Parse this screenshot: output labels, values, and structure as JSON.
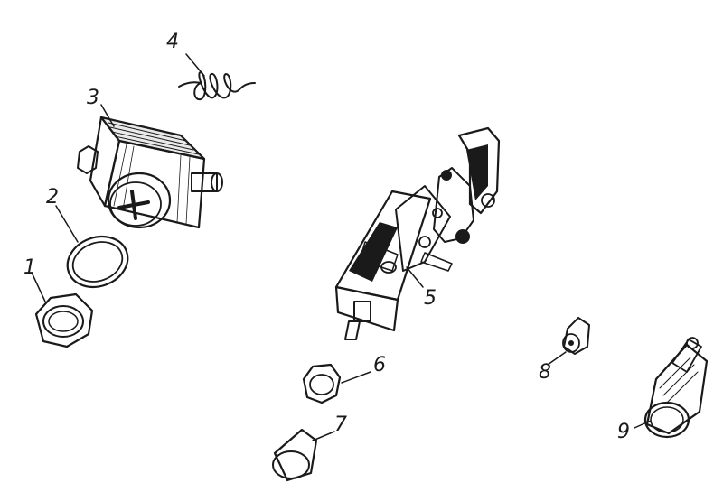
{
  "figure": {
    "parts": [
      {
        "label": "1",
        "part": "hex-nut-large"
      },
      {
        "label": "2",
        "part": "washer"
      },
      {
        "label": "3",
        "part": "switch-housing"
      },
      {
        "label": "4",
        "part": "spring"
      },
      {
        "label": "5",
        "part": "switch-mechanism"
      },
      {
        "label": "6",
        "part": "small-nut"
      },
      {
        "label": "7",
        "part": "knob-cap"
      },
      {
        "label": "8",
        "part": "bulb"
      },
      {
        "label": "9",
        "part": "lamp-holder"
      }
    ],
    "colors": {
      "ink": "#1a1a1a",
      "background": "#ffffff"
    }
  }
}
